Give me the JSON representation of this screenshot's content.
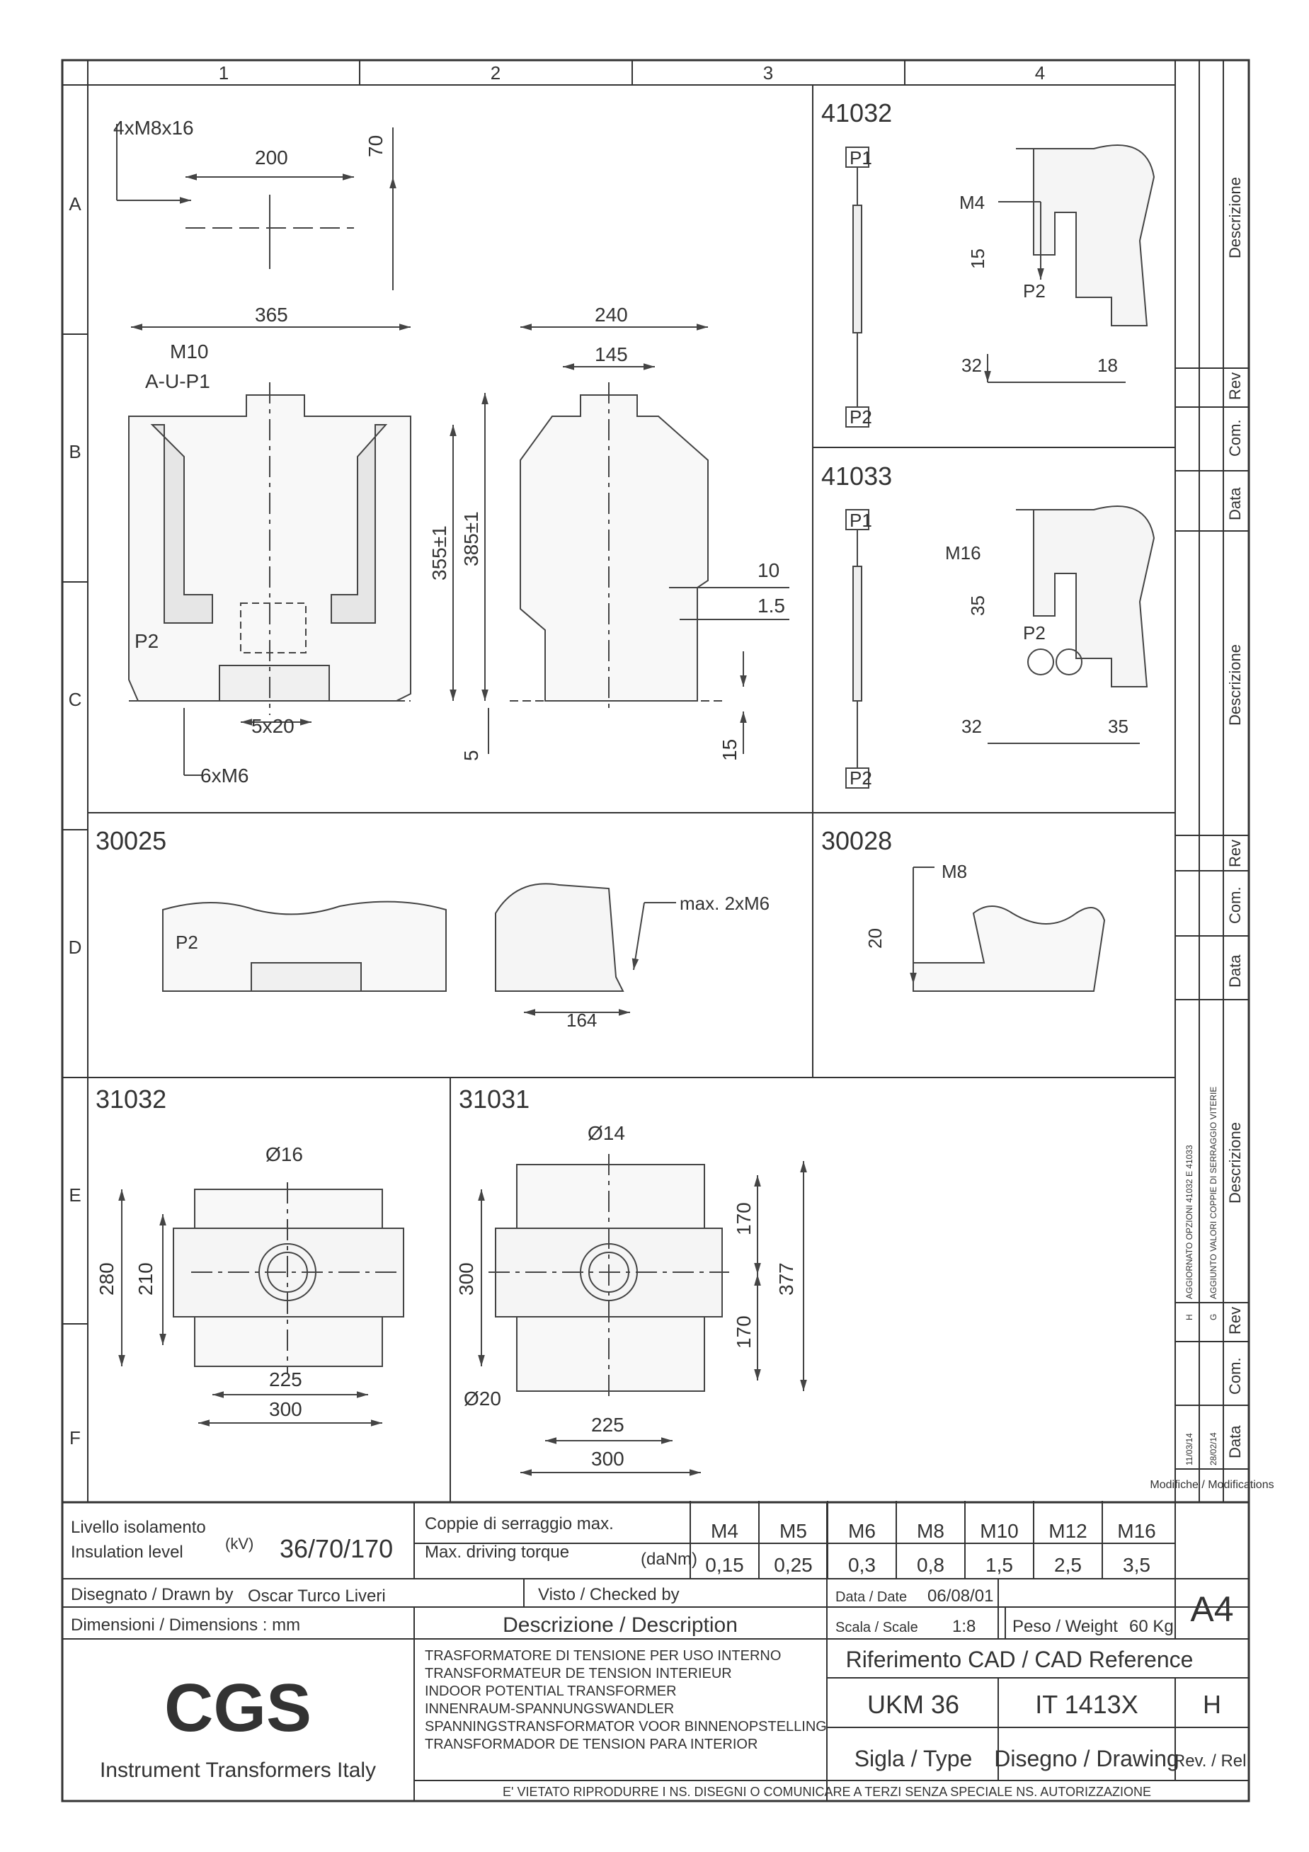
{
  "grid": {
    "columns": [
      "1",
      "2",
      "3",
      "4"
    ],
    "rows": [
      "A",
      "B",
      "C",
      "D",
      "E",
      "F"
    ]
  },
  "views": {
    "main": {
      "callout_bolts": "4xM8x16",
      "dim_200": "200",
      "dim_70": "70",
      "dim_365": "365",
      "terminal_label_1": "M10",
      "terminal_label_2": "A-U-P1",
      "dim_240": "240",
      "dim_145": "145",
      "dim_355": "355±1",
      "dim_385": "385±1",
      "dim_10": "10",
      "dim_1_5": "1.5",
      "p2_label": "P2",
      "dim_5x20": "5x20",
      "callout_6xM6": "6xM6",
      "dim_5": "5",
      "dim_15": "15"
    },
    "v41032": {
      "title": "41032",
      "p1": "P1",
      "p2": "P2",
      "m4": "M4",
      "p2_earth": "P2",
      "dim_15": "15",
      "dim_32": "32",
      "dim_18": "18"
    },
    "v41033": {
      "title": "41033",
      "p1": "P1",
      "p2": "P2",
      "m16": "M16",
      "p2_earth": "P2",
      "dim_35_v": "35",
      "dim_32": "32",
      "dim_35_h": "35"
    },
    "v30025": {
      "title": "30025",
      "p2": "P2",
      "callout": "max. 2xM6",
      "dim_164": "164"
    },
    "v30028": {
      "title": "30028",
      "m8": "M8",
      "dim_20": "20"
    },
    "v31032": {
      "title": "31032",
      "dia": "Ø16",
      "dim_280": "280",
      "dim_210": "210",
      "dim_225": "225",
      "dim_300": "300"
    },
    "v31031": {
      "title": "31031",
      "dia14": "Ø14",
      "dim_170a": "170",
      "dim_377": "377",
      "dim_300v": "300",
      "dim_170b": "170",
      "dia20": "Ø20",
      "dim_225": "225",
      "dim_300": "300"
    }
  },
  "revisions": {
    "headers": {
      "descrizione": "Descrizione",
      "rev": "Rev",
      "com": "Com.",
      "data": "Data"
    },
    "entries": [
      {
        "rev": "H",
        "description": "AGGIORNATO OPZIONI 41032 E 41033",
        "date": "11/03/14"
      },
      {
        "rev": "G",
        "description": "AGGIUNTO VALORI COPPIE DI SERRAGGIO VITERIE",
        "date": "28/02/14"
      }
    ],
    "modifiche": "Modifiche / Modifications",
    "sheet_size": "A4"
  },
  "title_block": {
    "insulation_label_it": "Livello isolamento",
    "insulation_label_en": "Insulation level",
    "insulation_unit": "(kV)",
    "insulation_value": "36/70/170",
    "torque_label_it": "Coppie di serraggio max.",
    "torque_label_en": "Max. driving torque",
    "torque_unit": "(daNm)",
    "torque_table": [
      {
        "size": "M4",
        "value": "0,15"
      },
      {
        "size": "M5",
        "value": "0,25"
      },
      {
        "size": "M6",
        "value": "0,3"
      },
      {
        "size": "M8",
        "value": "0,8"
      },
      {
        "size": "M10",
        "value": "1,5"
      },
      {
        "size": "M12",
        "value": "2,5"
      },
      {
        "size": "M16",
        "value": "3,5"
      }
    ],
    "drawn_by_label": "Disegnato / Drawn by",
    "drawn_by": "Oscar Turco Liveri",
    "checked_by_label": "Visto / Checked by",
    "date_label": "Data / Date",
    "date": "06/08/01",
    "dimensions_label": "Dimensioni / Dimensions : mm",
    "description_label": "Descrizione / Description",
    "scale_label": "Scala / Scale",
    "scale": "1:8",
    "weight_label": "Peso / Weight",
    "weight": "60 Kg",
    "company_logo": "CGS",
    "company_sub": "Instrument Transformers Italy",
    "description_lines": [
      "TRASFORMATORE DI TENSIONE PER USO INTERNO",
      "TRANSFORMATEUR DE TENSION INTERIEUR",
      "INDOOR  POTENTIAL TRANSFORMER",
      "INNENRAUM-SPANNUNGSWANDLER",
      "SPANNINGSTRANSFORMATOR VOOR BINNENOPSTELLING",
      "TRANSFORMADOR DE TENSION PARA INTERIOR"
    ],
    "cad_ref_label": "Riferimento CAD / CAD Reference",
    "type": "UKM 36",
    "drawing": "IT 1413X",
    "revision": "H",
    "type_label": "Sigla / Type",
    "drawing_label": "Disegno / Drawing",
    "rev_label": "Rev. / Rel.",
    "copyright": "E' VIETATO RIPRODURRE I NS. DISEGNI O COMUNICARE A TERZI SENZA SPECIALE NS. AUTORIZZAZIONE"
  }
}
